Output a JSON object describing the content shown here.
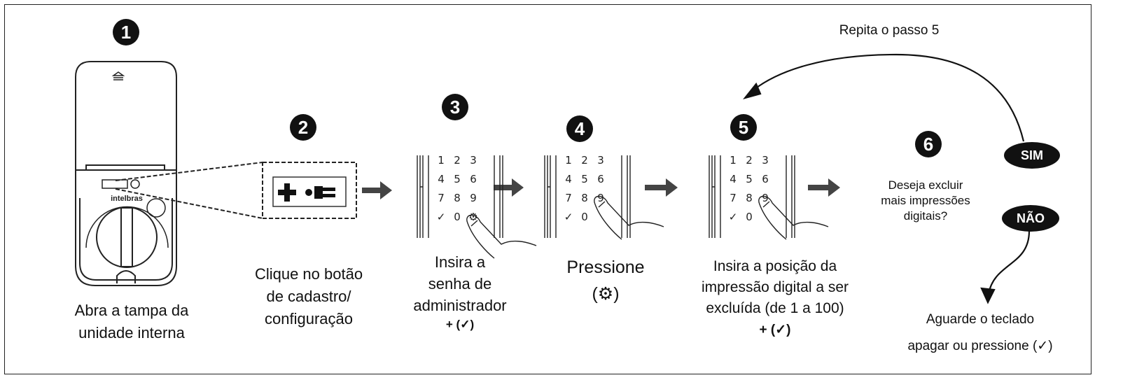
{
  "steps": [
    {
      "number": "1",
      "lines": [
        "Abra a tampa da",
        "unidade interna"
      ]
    },
    {
      "number": "2",
      "lines": [
        "Clique no botão",
        "de cadastro/",
        "configuração"
      ]
    },
    {
      "number": "3",
      "lines": [
        "Insira a",
        "senha de",
        "administrador"
      ],
      "suffix": "+ (✓)"
    },
    {
      "number": "4",
      "lines": [
        "Pressione"
      ],
      "suffix": "(⚙)"
    },
    {
      "number": "5",
      "lines": [
        "Insira a posição da",
        "impressão digital a ser",
        "excluída (de 1 a 100)"
      ],
      "suffix": "+ (✓)"
    },
    {
      "number": "6",
      "lines": [
        "Deseja excluir",
        "mais impressões",
        "digitais?"
      ]
    }
  ],
  "loop_label": "Repita o passo 5",
  "yes_label": "SIM",
  "no_label": "NÃO",
  "final_lines": [
    "Aguarde o teclado",
    "apagar ou pressione (✓)"
  ],
  "brand": "intelbras",
  "keypad_keys": [
    "1",
    "2",
    "3",
    "4",
    "5",
    "6",
    "7",
    "8",
    "9",
    "✓",
    "0",
    "⚙"
  ],
  "colors": {
    "arrow": "#444444",
    "badge": "#111111"
  }
}
